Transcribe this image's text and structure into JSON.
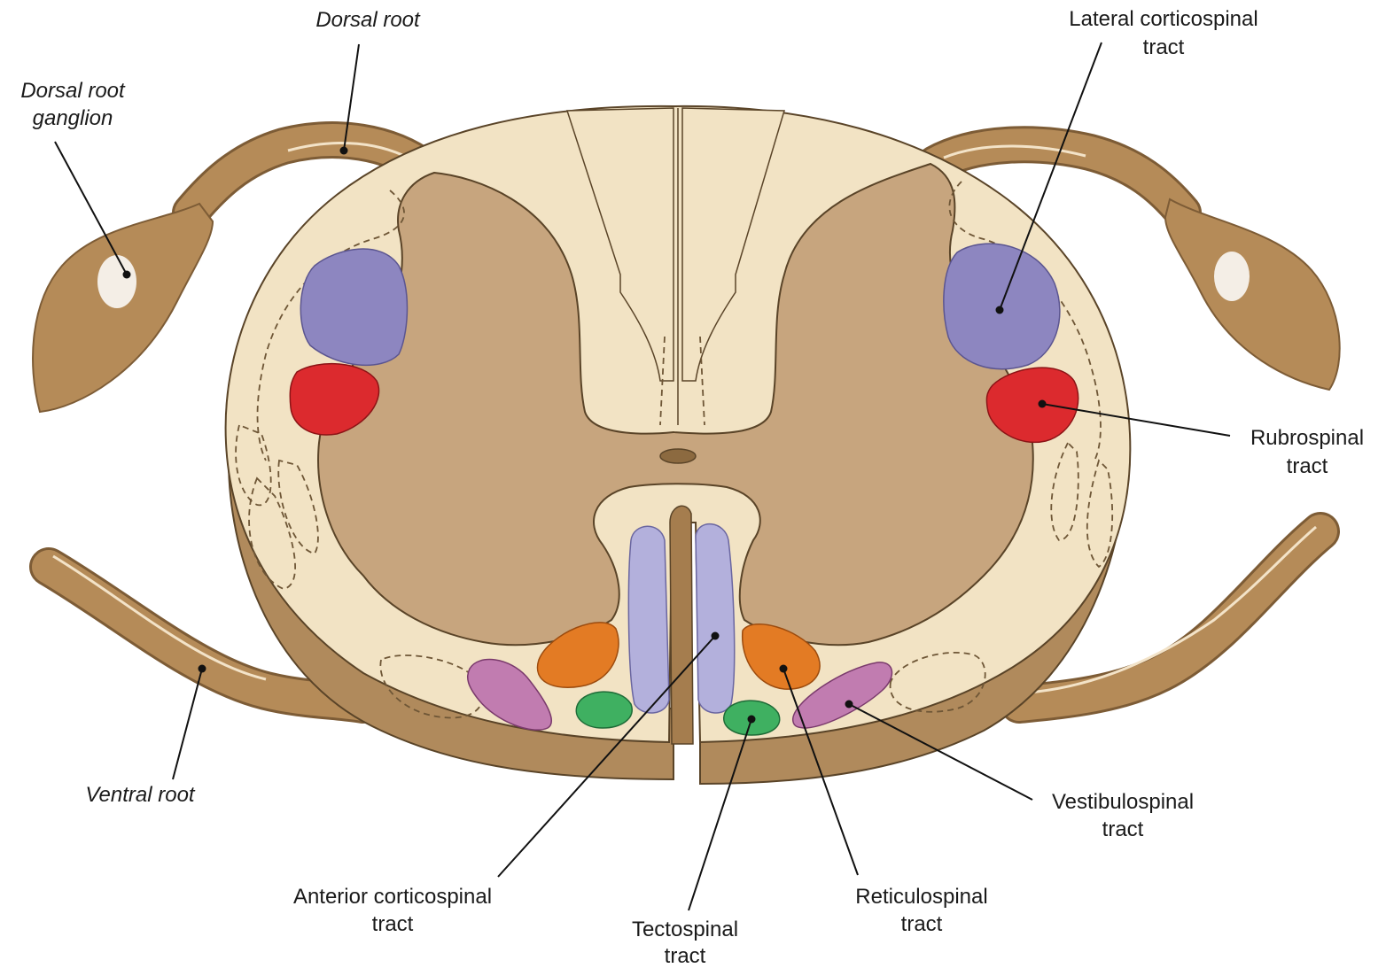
{
  "colors": {
    "white_matter": "#f2e3c4",
    "gray_matter": "#c7a57e",
    "cut_surface_side": "#b08a5c",
    "nerve_root": "#b58b58",
    "lateral_corticospinal": "#8d86c0",
    "rubrospinal": "#dc2a2e",
    "anterior_corticospinal": "#b3b0dc",
    "reticulospinal": "#e37b24",
    "tectospinal": "#3fb061",
    "vestibulospinal": "#c17cb0"
  },
  "labels": {
    "dorsal_root": "Dorsal root",
    "dorsal_root_ganglion_line1": "Dorsal root",
    "dorsal_root_ganglion_line2": "ganglion",
    "ventral_root": "Ventral root",
    "lateral_corticospinal_line1": "Lateral corticospinal",
    "lateral_corticospinal_line2": "tract",
    "rubrospinal_line1": "Rubrospinal",
    "rubrospinal_line2": "tract",
    "vestibulospinal_line1": "Vestibulospinal",
    "vestibulospinal_line2": "tract",
    "reticulospinal_line1": "Reticulospinal",
    "reticulospinal_line2": "tract",
    "tectospinal_line1": "Tectospinal",
    "tectospinal_line2": "tract",
    "anterior_corticospinal_line1": "Anterior corticospinal",
    "anterior_corticospinal_line2": "tract"
  }
}
